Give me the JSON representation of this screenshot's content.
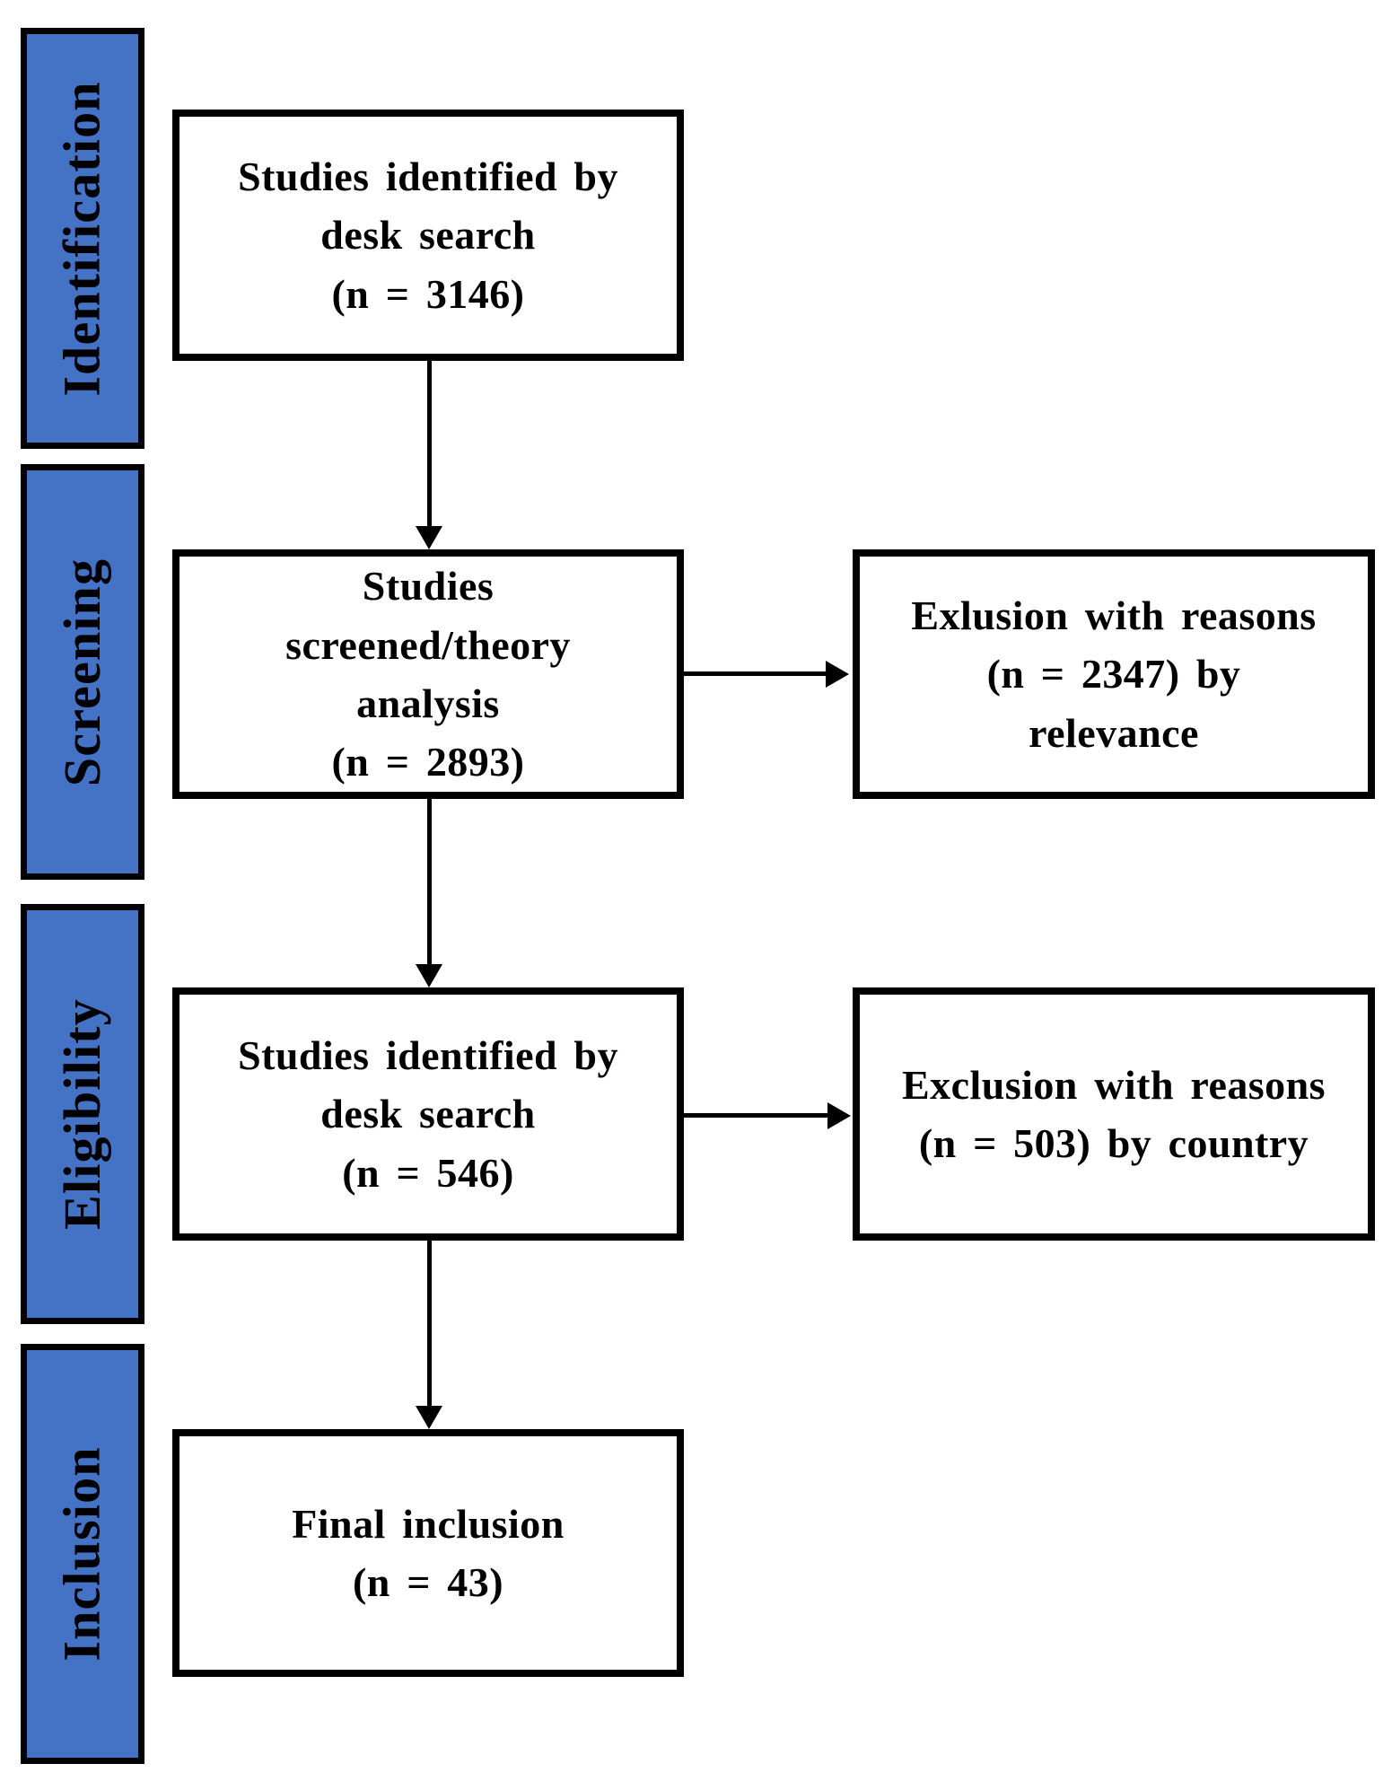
{
  "stages": [
    {
      "label": "Identification"
    },
    {
      "label": "Screening"
    },
    {
      "label": "Eligibility"
    },
    {
      "label": "Inclusion"
    }
  ],
  "boxes": {
    "identification": "Studies identified by\ndesk search\n(n = 3146)",
    "screening": "Studies\nscreened/theory\nanalysis\n(n = 2893)",
    "eligibility": "Studies identified by\ndesk search\n(n = 546)",
    "inclusion": "Final inclusion\n(n = 43)",
    "exclusion_relevance": "Exlusion with reasons\n(n = 2347) by\nrelevance",
    "exclusion_country": "Exclusion with reasons\n(n = 503) by country"
  },
  "icons": {
    "down_arrow": "triangle-down",
    "right_arrow": "triangle-right"
  },
  "colors": {
    "stage_fill": "#4472C4",
    "outline": "#000000",
    "background": "#FFFFFF",
    "text": "#000000"
  }
}
